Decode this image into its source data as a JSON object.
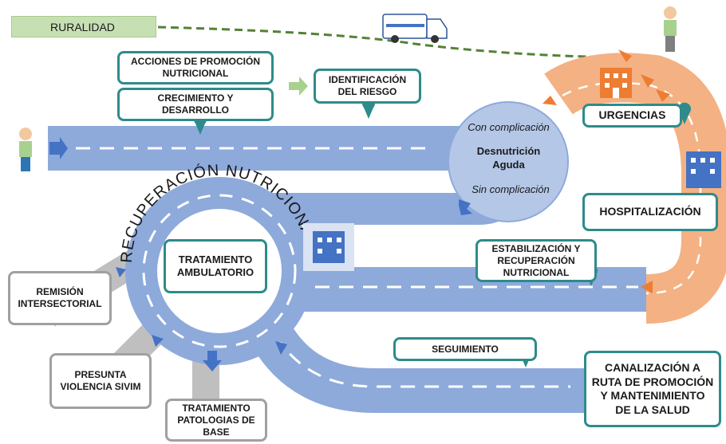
{
  "ruralidad": "RURALIDAD",
  "boxes": {
    "acciones": "ACCIONES DE PROMOCIÓN NUTRICIONAL",
    "crecimiento": "CRECIMIENTO Y DESARROLLO",
    "identificacion": "IDENTIFICACIÓN DEL RIESGO",
    "urgencias": "URGENCIAS",
    "hospitalizacion": "HOSPITALIZACIÓN",
    "estabilizacion": "ESTABILIZACIÓN Y RECUPERACIÓN NUTRICIONAL",
    "tratamiento_ambulatorio": "TRATAMIENTO AMBULATORIO",
    "remision": "REMISIÓN INTERSECTORIAL",
    "presunta": "PRESUNTA VIOLENCIA SIVIM",
    "patologias": "TRATAMIENTO PATOLOGIAS DE BASE",
    "seguimiento": "SEGUIMIENTO",
    "canalizacion": "CANALIZACIÓN A RUTA DE PROMOCIÓN Y MANTENIMIENTO DE LA SALUD"
  },
  "circle": {
    "con": "Con complicación",
    "title1": "Desnutrición",
    "title2": "Aguda",
    "sin": "Sin complicación"
  },
  "arc_label": "RECUPERACIÓN NUTRICIONAL",
  "colors": {
    "road_blue": "#8eaadb",
    "road_orange": "#f4b183",
    "road_gray": "#bfbfbf",
    "teal": "#2e8b8b",
    "pin": "#2e8b8b",
    "arrow_blue": "#4472c4",
    "arrow_orange": "#ed7d31",
    "dash_green": "#548235"
  },
  "icons": [
    "hospital-icon",
    "ambulance-icon",
    "person-icon",
    "location-pin-icon",
    "arrow-icon"
  ]
}
